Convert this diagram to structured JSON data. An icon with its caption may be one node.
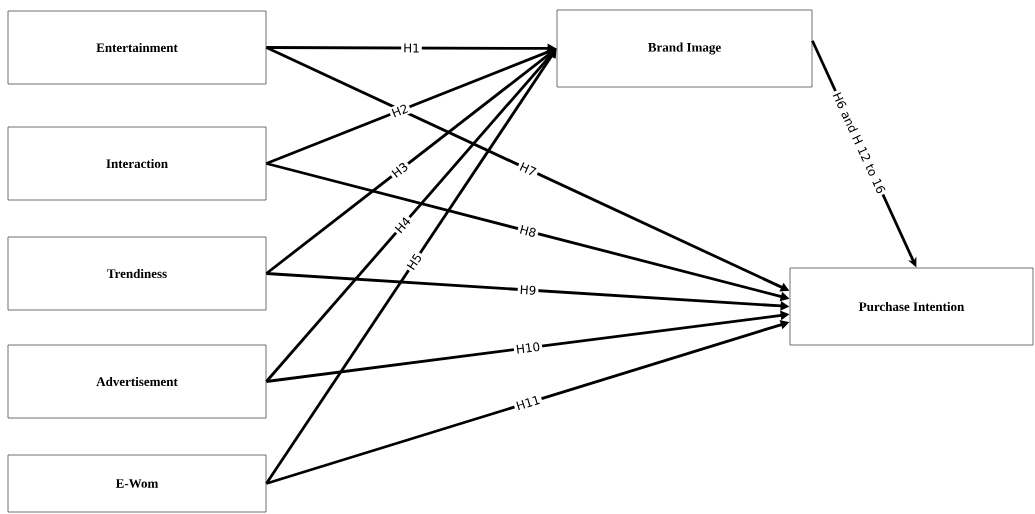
{
  "diagram": {
    "nodes": [
      {
        "text": [
          "Entertainment"
        ]
      },
      {
        "text": [
          "Interaction"
        ]
      },
      {
        "text": [
          "Trendiness"
        ]
      },
      {
        "text": [
          "Advertisement"
        ]
      },
      {
        "text": [
          "E-Wom"
        ]
      },
      {
        "text": [
          "Brand Image"
        ]
      },
      {
        "text": [
          "Purchase Intention"
        ]
      }
    ],
    "edges": [
      {
        "from": 0,
        "to": 5,
        "arrow": "to",
        "label": "H1"
      },
      {
        "from": 1,
        "to": 5,
        "arrow": "to",
        "label": "H2"
      },
      {
        "from": 2,
        "to": 5,
        "arrow": "to",
        "label": "H3"
      },
      {
        "from": 3,
        "to": 5,
        "arrow": "to",
        "label": "H4"
      },
      {
        "from": 4,
        "to": 5,
        "arrow": "to",
        "label": "H5"
      },
      {
        "from": 5,
        "to": 6,
        "arrow": "to",
        "label": "H6 and H 12 to 16"
      },
      {
        "from": 0,
        "to": 6,
        "arrow": "to",
        "label": "H7"
      },
      {
        "from": 1,
        "to": 6,
        "arrow": "to",
        "label": "H8"
      },
      {
        "from": 2,
        "to": 6,
        "arrow": "to",
        "label": "H9"
      },
      {
        "from": 3,
        "to": 6,
        "arrow": "to",
        "label": "H10"
      },
      {
        "from": 4,
        "to": 6,
        "arrow": "to",
        "label": "H11"
      }
    ]
  }
}
